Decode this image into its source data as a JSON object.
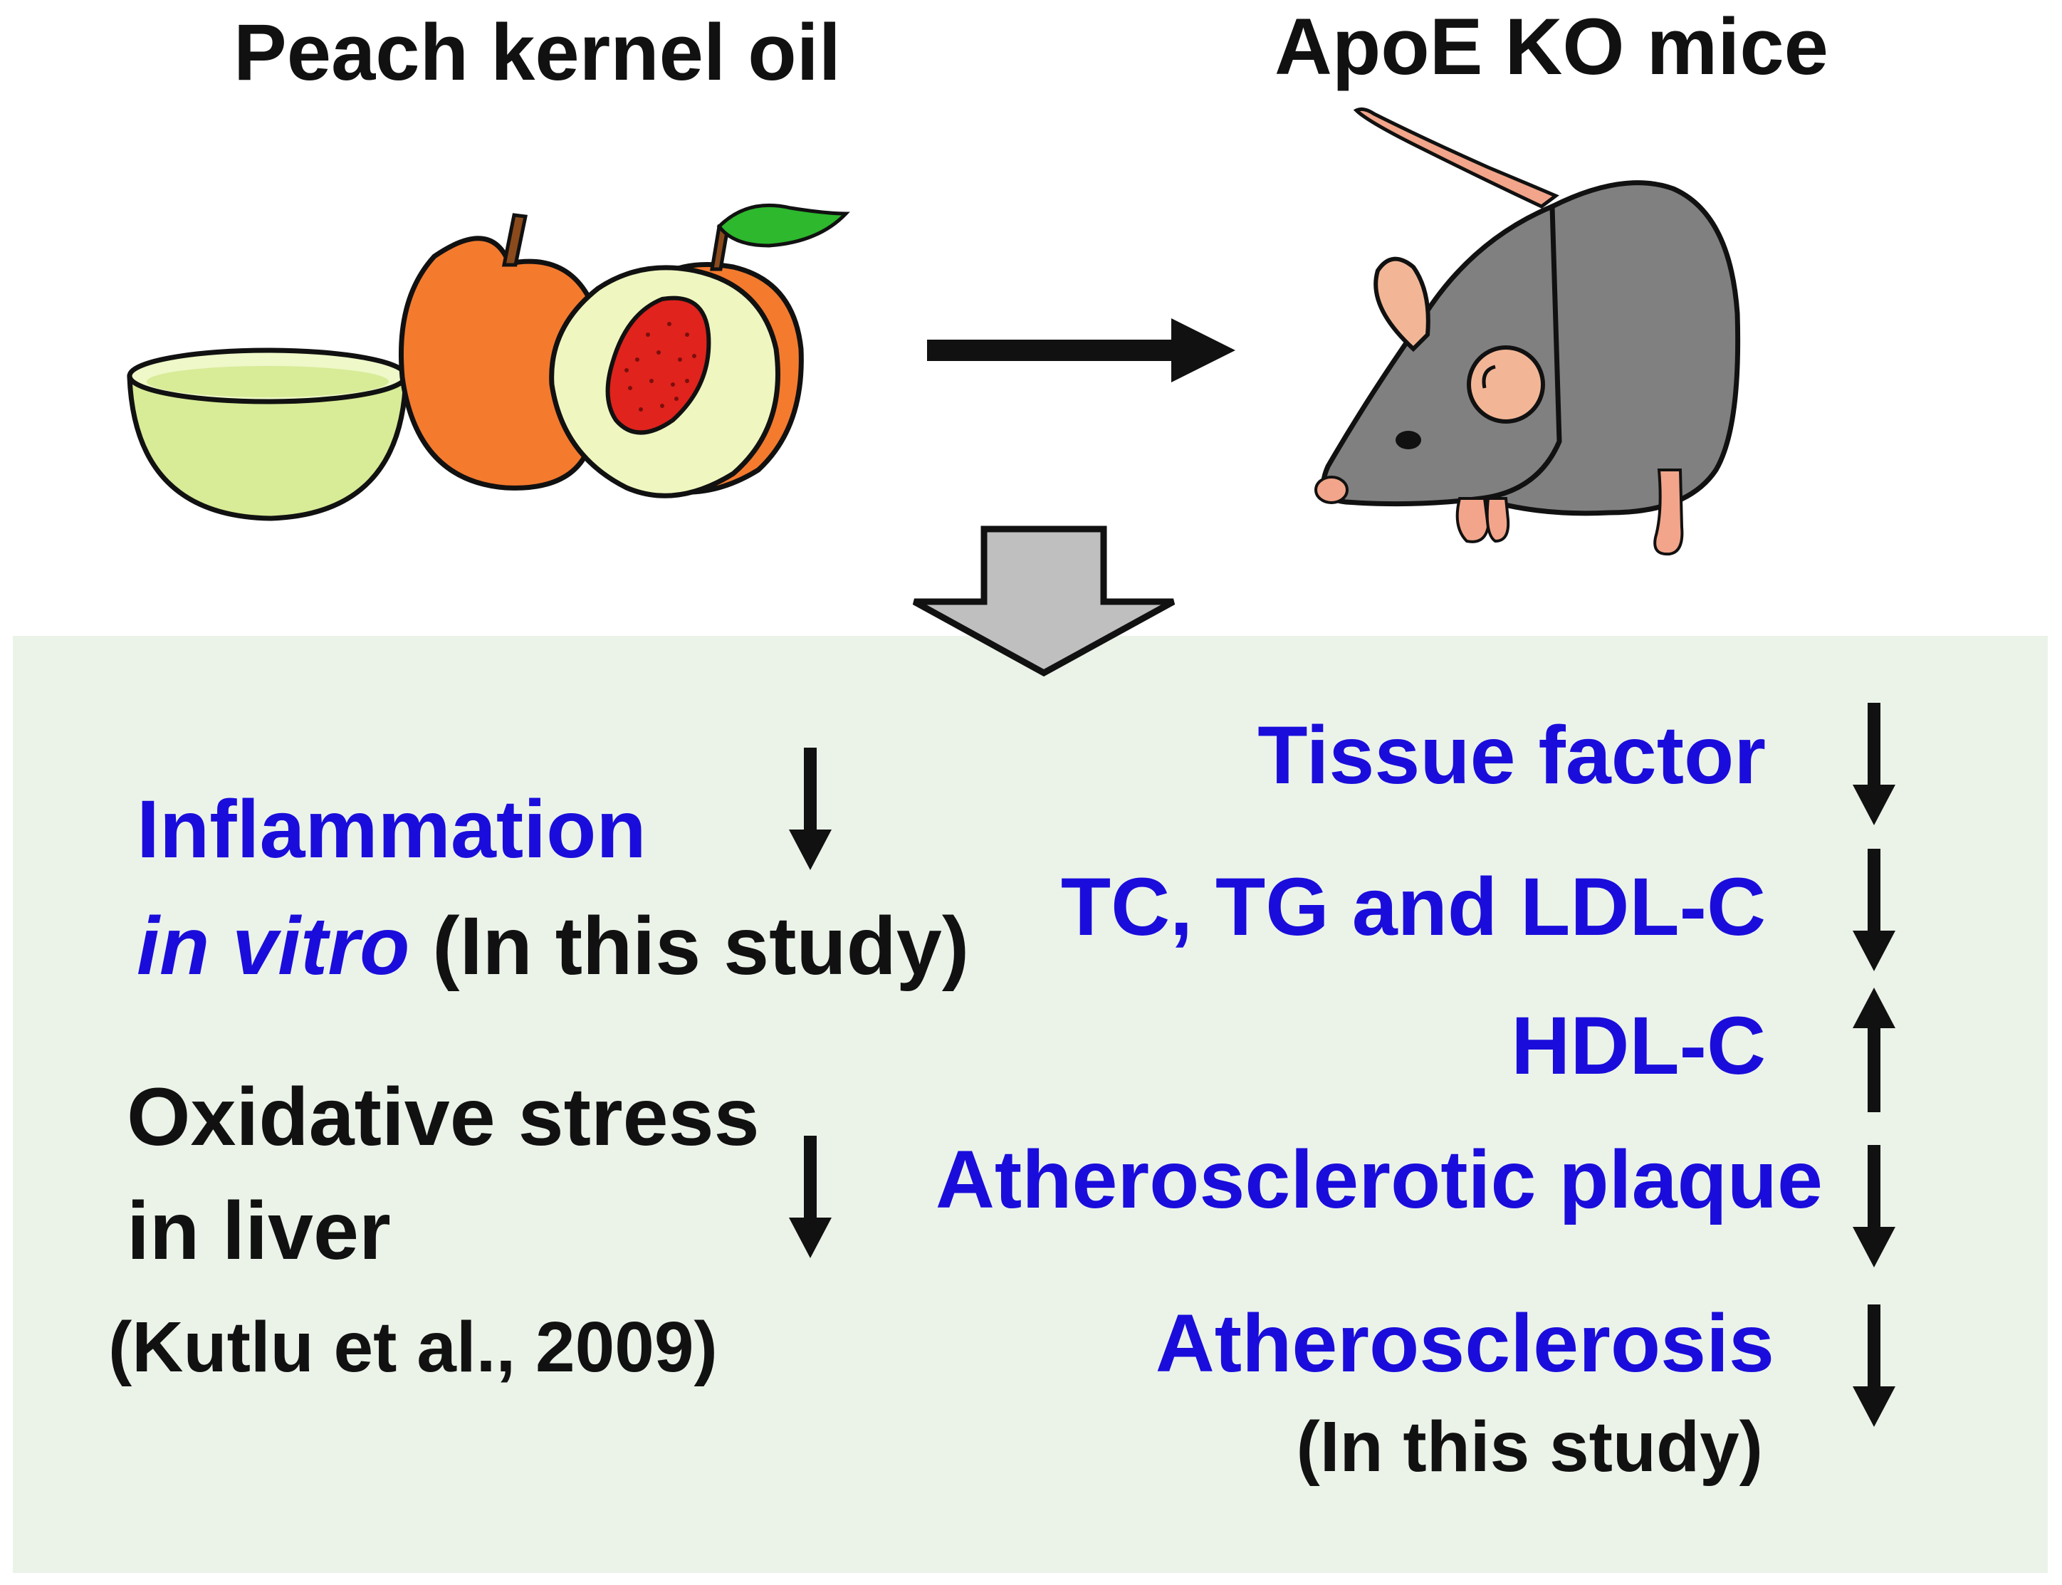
{
  "header": {
    "left_title": "Peach kernel oil",
    "right_title": "ApoE KO mice"
  },
  "illustrations": {
    "oil": "bowl-of-oil-illustration",
    "fruit": "peach-fruit-illustration",
    "mouse": "mouse-illustration"
  },
  "colors": {
    "effect_text": "#1a0ddb",
    "panel_background": "#ebf3e9",
    "block_arrow": "#bfbfbf",
    "oil": "#d8eb97",
    "peach": "#f47a2e",
    "kernel": "#e0231d",
    "mouse": "#808080"
  },
  "left_effects": [
    {
      "line1": "Inflammation",
      "line2_italic": "in vitro",
      "line2_note": " (In this study)",
      "direction": "down"
    },
    {
      "line1": "Oxidative stress",
      "line2": "in liver",
      "citation": "(Kutlu et al., 2009)",
      "direction": "down"
    }
  ],
  "right_effects": [
    {
      "label": "Tissue factor",
      "direction": "down"
    },
    {
      "label": "TC, TG and LDL-C",
      "direction": "down"
    },
    {
      "label": "HDL-C",
      "direction": "up"
    },
    {
      "label": "Atherosclerotic plaque",
      "direction": "down"
    },
    {
      "label": "Atherosclerosis",
      "note": "(In this study)",
      "direction": "down"
    }
  ]
}
